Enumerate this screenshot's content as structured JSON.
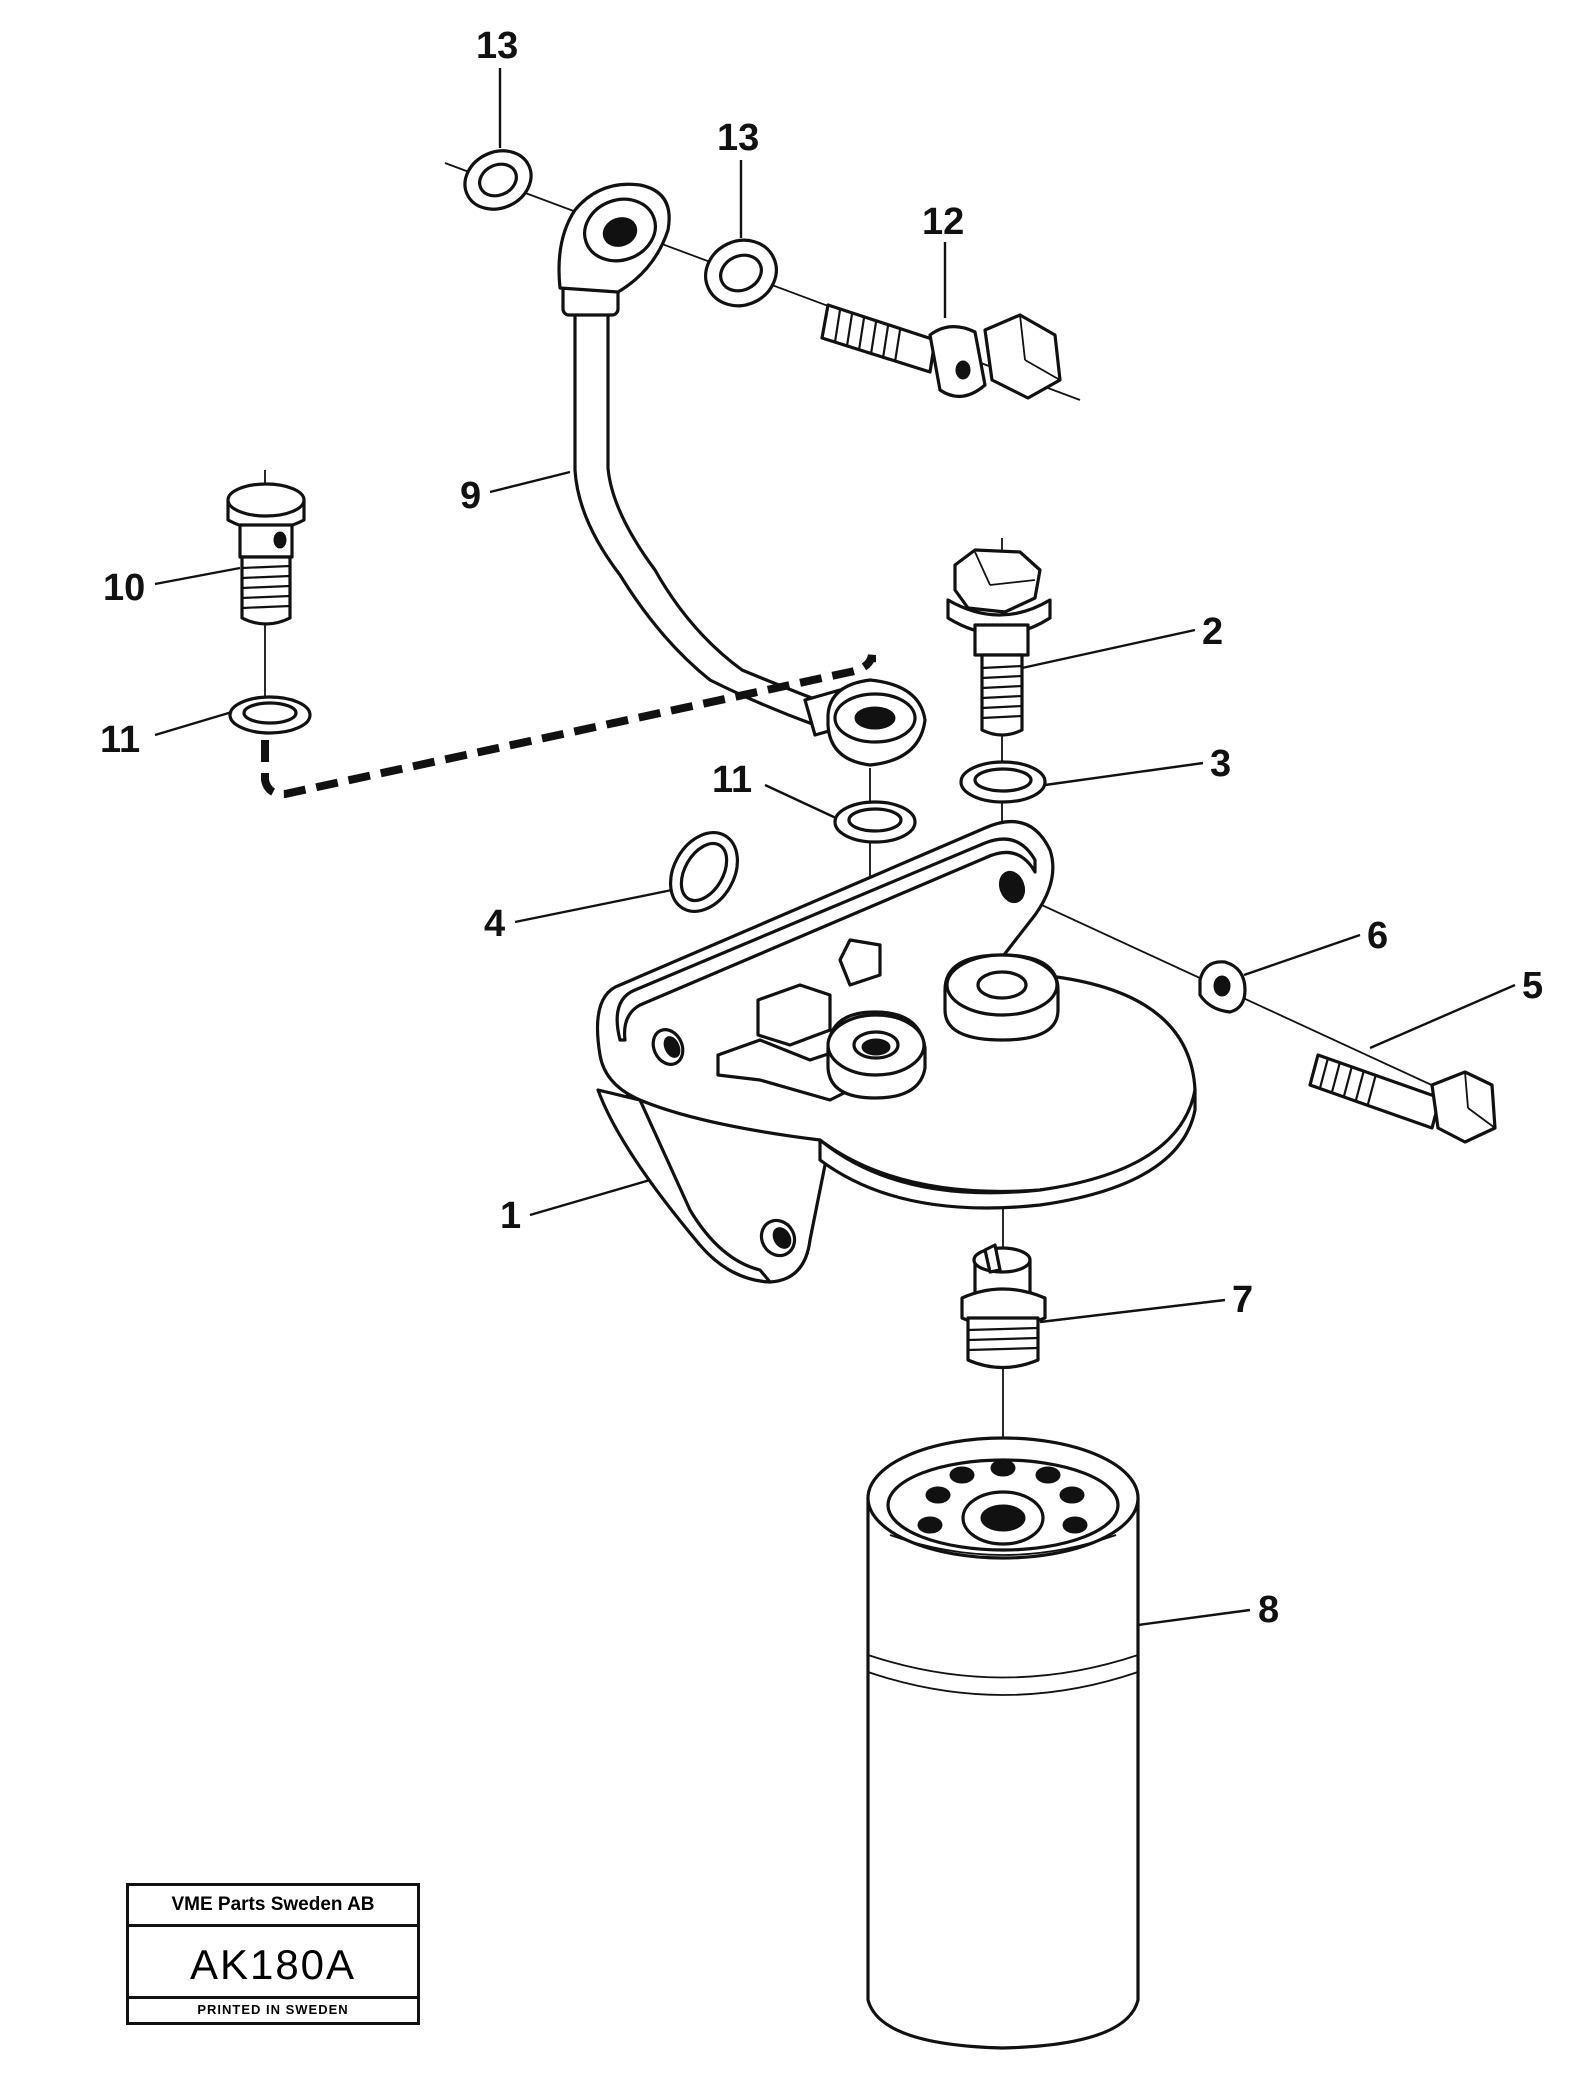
{
  "callouts": {
    "c1": "1",
    "c2": "2",
    "c3": "3",
    "c4": "4",
    "c5": "5",
    "c6": "6",
    "c7": "7",
    "c8": "8",
    "c9": "9",
    "c10": "10",
    "c11a": "11",
    "c11b": "11",
    "c12": "12",
    "c13a": "13",
    "c13b": "13"
  },
  "stamp": {
    "company": "VME Parts Sweden AB",
    "code": "AK180A",
    "printed": "PRINTED IN SWEDEN"
  }
}
